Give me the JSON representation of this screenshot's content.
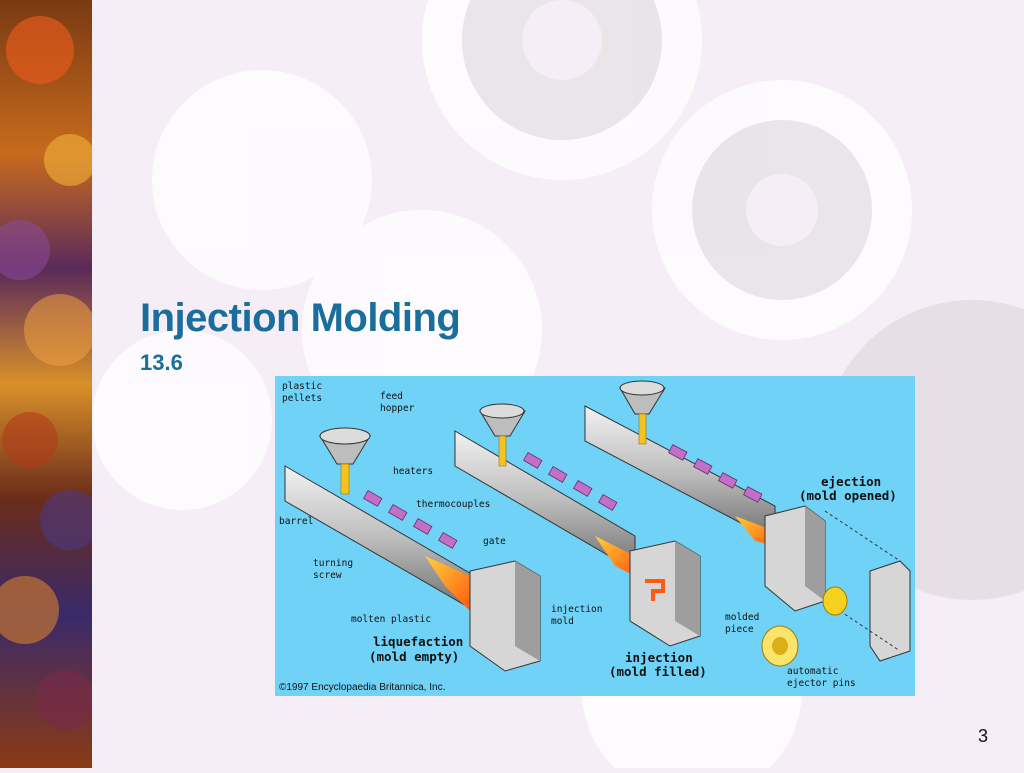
{
  "slide": {
    "title": "Injection Molding",
    "subtitle": "13.6",
    "page_number": "3"
  },
  "figure": {
    "labels": {
      "plastic_pellets_1": "plastic",
      "plastic_pellets_2": "pellets",
      "feed_hopper_1": "feed",
      "feed_hopper_2": "hopper",
      "heaters": "heaters",
      "thermocouples": "thermocouples",
      "barrel": "barrel",
      "gate": "gate",
      "turning_screw_1": "turning",
      "turning_screw_2": "screw",
      "molten_plastic": "molten plastic",
      "injection_mold_1": "injection",
      "injection_mold_2": "mold",
      "molded_piece_1": "molded",
      "molded_piece_2": "piece",
      "ejector_pins_1": "automatic",
      "ejector_pins_2": "ejector pins"
    },
    "stages": {
      "liquefaction_1": "liquefaction",
      "liquefaction_2": "(mold empty)",
      "injection_1": "injection",
      "injection_2": "(mold filled)",
      "ejection_1": "ejection",
      "ejection_2": "(mold opened)"
    },
    "copyright": "©1997 Encyclopaedia Britannica, Inc."
  },
  "colors": {
    "title": "#1a6e9c",
    "figure_bg": "#6fd2f6",
    "heater": "#c36fc7",
    "molten": "#ff7a1a",
    "pellets": "#f6c21e"
  }
}
